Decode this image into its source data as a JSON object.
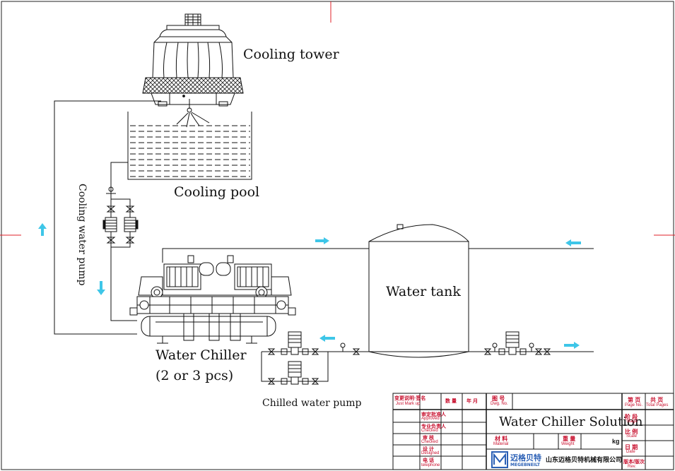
{
  "diagram": {
    "labels": {
      "cooling_tower": "Cooling tower",
      "cooling_pool": "Cooling pool",
      "cooling_water_pump": "Cooling water pump",
      "water_tank": "Water tank",
      "water_chiller_line1": "Water Chiller",
      "water_chiller_line2": "(2 or 3 pcs)",
      "chilled_water_pump": "Chilled water pump"
    },
    "colors": {
      "line": "#111111",
      "flow_arrow": "#3ec6e8",
      "crosshair": "#e0202a",
      "title_block_text": "#c8102e",
      "logo": "#2a5fb5"
    }
  },
  "title_block": {
    "title": "Water Chiller Solution",
    "drawing_no_label": "图 号",
    "drawing_no_sub": "Dwg. No.",
    "first_page_label": "第 页",
    "first_page_sub": "Page No.",
    "total_pages_label": "共 页",
    "total_pages_sub": "Total Pages",
    "change_label": "变更说明·签名",
    "change_sub": "Just Mark up",
    "qty_label": "数 量",
    "date_head": "年 月",
    "approved_label": "审定批准人",
    "approved_sub": "Approved",
    "checker_label": "专业负责人",
    "checker_sub": "Checked",
    "review_label": "审 核",
    "review_sub": "Checked",
    "design_label": "设 计",
    "design_sub": "Designed",
    "phone_label": "电 话",
    "phone_sub": "telephone",
    "material_label": "材 料",
    "material_sub": "Material",
    "weight_label": "重 量",
    "weight_sub": "Weight",
    "weight_unit": "kg",
    "stage_label": "阶 段",
    "stage_sub": "Stage",
    "scale_label": "比 例",
    "scale_sub": "Scale",
    "date_label": "日 期",
    "date_sub": "Date",
    "version_label": "版本/版次",
    "version_sub": "Rev.",
    "logo_cn": "迈格贝特",
    "logo_en": "MEGEBNEILT",
    "company": "山东迈格贝特机械有限公司"
  }
}
